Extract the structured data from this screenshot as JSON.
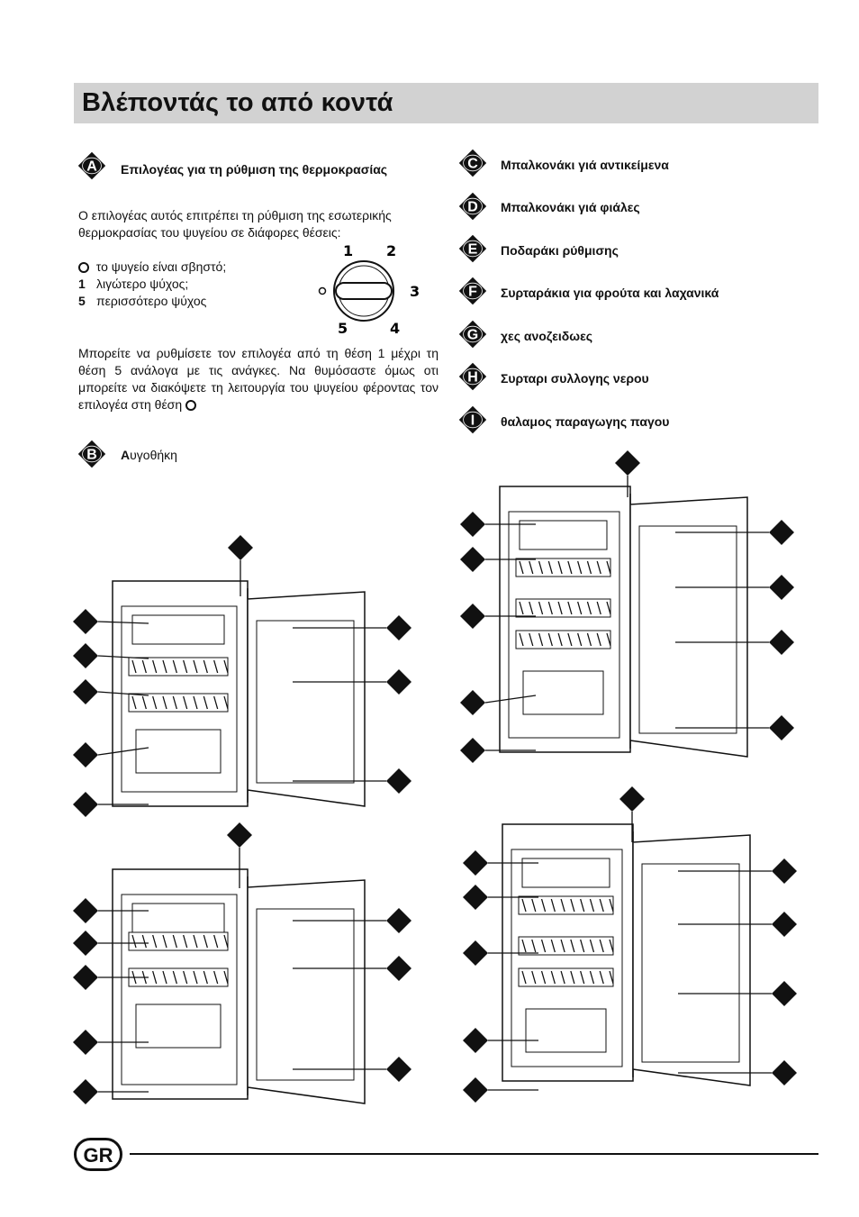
{
  "page": {
    "title": "Βλέποντάς το από κοντά",
    "footer_lang": "GR"
  },
  "section_a": {
    "letter": "A",
    "heading": "Επιλογέας για τη ρύθμιση της θερμοκρασίας",
    "intro": "Ο επιλογέας αυτός επιτρέπει τη ρύθμιση της εσωτερικής θερμοκρασίας  του ψυγείου σε διάφορες θέσεις:",
    "positions": [
      {
        "key": "",
        "text": "το ψυγείο είναι σβηστό;"
      },
      {
        "key": "1",
        "text": "λιγώτερο ψύχος;"
      },
      {
        "key": "5",
        "text": "περισσότερο ψύχος"
      }
    ],
    "dial_numbers": [
      "1",
      "2",
      "3",
      "4",
      "5"
    ],
    "body": "Μπορείτε να ρυθμίσετε τον επιλογέα από τη θέση 1 μέχρι τη θέση 5 ανάλογα με τις ανάγκες. Να θυμόσαστε όμως οτι μπορείτε να διακόψετε τη λειτουργία του ψυγείου φέροντας τον επιλογέα στη θέση"
  },
  "section_b": {
    "letter": "B",
    "heading_prefix": "Α",
    "heading_rest": "υγοθήκη"
  },
  "legend": [
    {
      "letter": "C",
      "text": "Μπαλκονάκι γιά αντικείμενα"
    },
    {
      "letter": "D",
      "text": "Μπαλκονάκι γιά φιάλες"
    },
    {
      "letter": "E",
      "text": "Ποδαράκι ρύθμισης"
    },
    {
      "letter": "F",
      "text": "Συρταράκια για φρούτα και λαχανικά"
    },
    {
      "letter": "G",
      "text": "χες ανοζειδωες"
    },
    {
      "letter": "H",
      "text": "Συρταρι συλλογης νερου"
    },
    {
      "letter": "I",
      "text": "θαλαμος παραγωγης παγου"
    }
  ],
  "colors": {
    "title_bar": "#d2d2d2",
    "badge": "#111111"
  }
}
